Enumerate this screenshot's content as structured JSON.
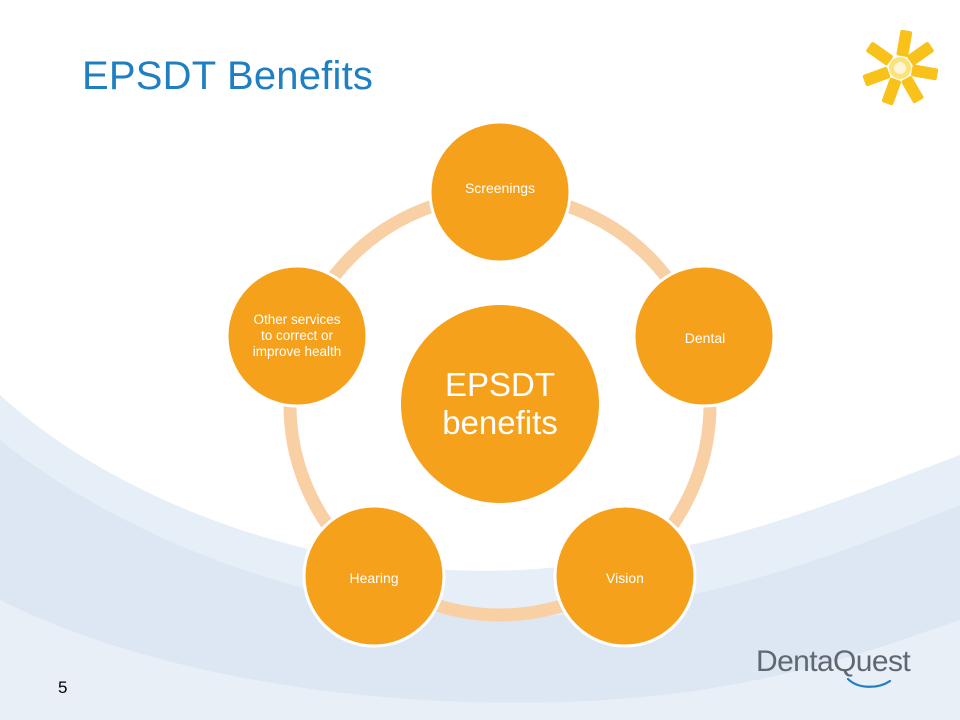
{
  "slide": {
    "title": "EPSDT Benefits",
    "page_number": "5"
  },
  "diagram": {
    "center": "EPSDT benefits",
    "nodes": [
      {
        "label": "Screenings"
      },
      {
        "label": "Dental"
      },
      {
        "label": "Vision"
      },
      {
        "label": "Hearing"
      },
      {
        "label": "Other services to correct or improve health"
      }
    ]
  },
  "brand": {
    "name": "DentaQuest"
  },
  "colors": {
    "title": "#1f7fc1",
    "node_fill": "#f5a11c",
    "ring": "#f9cfa4",
    "background_swoosh": "#dde8f4",
    "logo_star": "#f8c21b"
  }
}
